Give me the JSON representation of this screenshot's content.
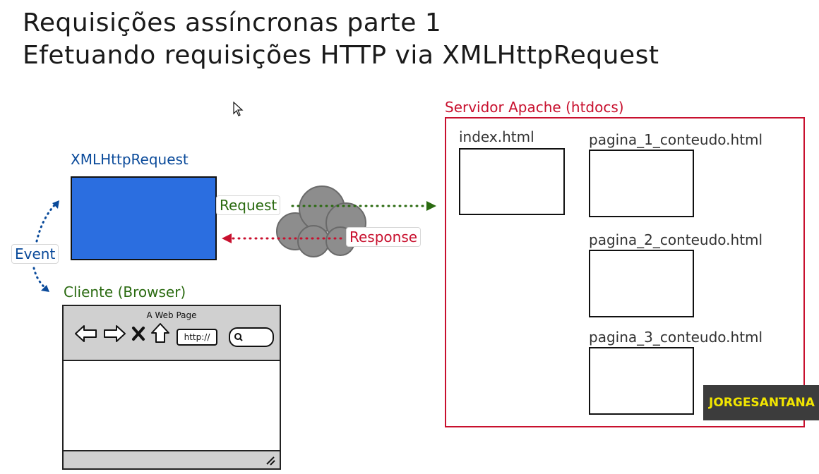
{
  "title": {
    "line1": "Requisições assíncronas parte 1",
    "line2": "Efetuando requisições HTTP via XMLHttpRequest"
  },
  "client": {
    "xhr_label": "XMLHttpRequest",
    "event_label": "Event",
    "client_label": "Cliente (Browser)",
    "browser": {
      "window_title": "A Web Page",
      "address_text": "http://"
    }
  },
  "network": {
    "request_label": "Request",
    "response_label": "Response"
  },
  "server": {
    "label": "Servidor Apache (htdocs)",
    "files": [
      "index.html",
      "pagina_1_conteudo.html",
      "pagina_2_conteudo.html",
      "pagina_3_conteudo.html"
    ]
  },
  "watermark": "JORGESANTANA",
  "colors": {
    "xhr_fill": "#2b6ee0",
    "request": "#2a6a10",
    "response": "#c8102e",
    "event": "#0a4a9a",
    "server_border": "#c8102e"
  }
}
